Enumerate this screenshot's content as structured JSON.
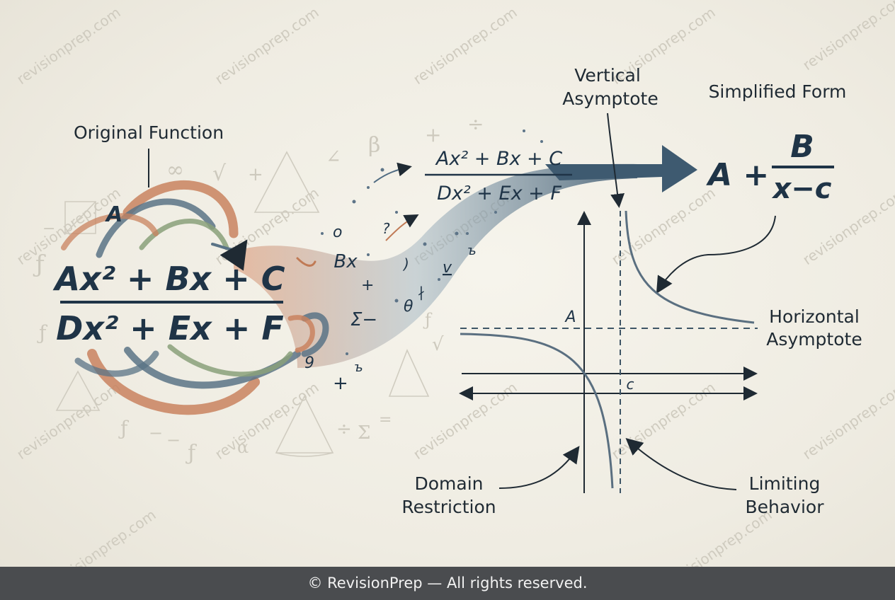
{
  "labels": {
    "original_function": "Original Function",
    "vertical_asymptote": [
      "Vertical",
      "Asymptote"
    ],
    "simplified_form": "Simplified Form",
    "horizontal_asymptote": [
      "Horizontal",
      "Asymptote"
    ],
    "domain_restriction": [
      "Domain",
      "Restriction"
    ],
    "limiting_behavior": [
      "Limiting",
      "Behavior"
    ]
  },
  "original": {
    "numerator": "Ax² + Bx + C",
    "denominator": "Dx² + Ex + F",
    "loose_a": "A",
    "loose_bx": "Bx"
  },
  "middle": {
    "numerator": "Ax² + Bx + C",
    "denominator": "Dx² + Ex + F"
  },
  "simplified": {
    "a_plus": "A +",
    "numerator": "B",
    "denominator": "x−c"
  },
  "graph": {
    "h_asymptote_label": "A",
    "v_asymptote_label": "c"
  },
  "watermark": "revisionprep.com",
  "footer": "© RevisionPrep — All rights reserved."
}
